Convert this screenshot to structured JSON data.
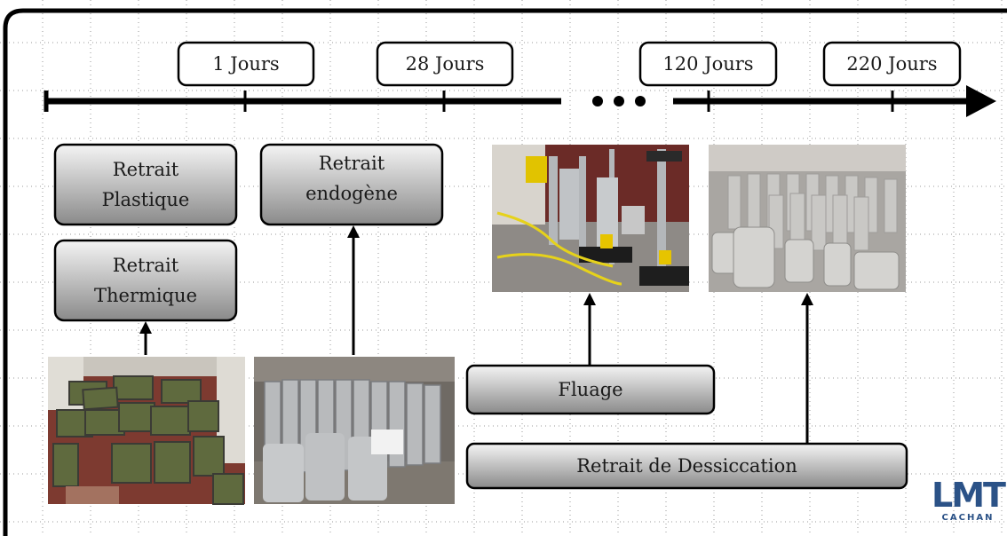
{
  "timeline": {
    "ticks": [
      "1 Jours",
      "28 Jours",
      "120 Jours",
      "220 Jours"
    ]
  },
  "boxes": {
    "retrait_plastique": "Retrait\nPlastique",
    "retrait_endogene": "Retrait\nendogène",
    "retrait_thermique": "Retrait\nThermique",
    "fluage": "Fluage",
    "retrait_dessiccation": "Retrait de Dessiccation"
  },
  "logo": {
    "mark": "LMT",
    "text": "CACHAN"
  },
  "colors": {
    "frame": "#000000",
    "box_gradient_top": "#f2f2f2",
    "box_gradient_bottom": "#8c8c8c",
    "grid": "#9a9a9a",
    "logo": "#2b5287"
  },
  "photos": [
    "mold-slabs-photo",
    "wrapped-prisms-photo",
    "creep-rigs-photo",
    "concrete-specimens-photo"
  ]
}
